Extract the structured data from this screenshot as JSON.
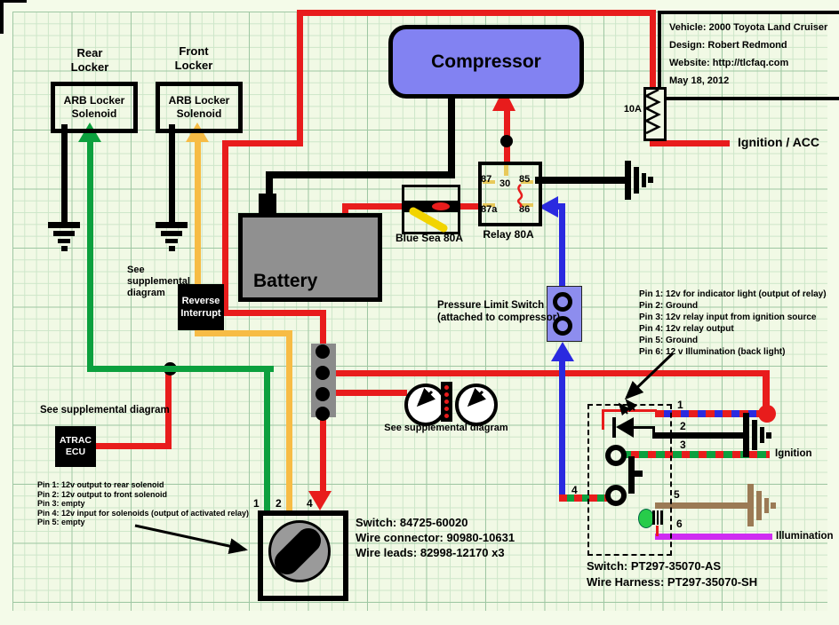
{
  "colors": {
    "wire_red": "#e81c1c",
    "wire_green": "#0ca03e",
    "wire_orange": "#f7bc45",
    "wire_blue": "#2a2ae0",
    "wire_brown": "#9b7a55",
    "wire_purple": "#cf2bf2",
    "compressor_fill": "#8282f2",
    "battery_fill": "#909090",
    "pressure_fill": "#8d8dee",
    "background": "#f1f9e5"
  },
  "info_box": {
    "vehicle": "Vehicle: 2000 Toyota Land Cruiser",
    "design": "Design: Robert Redmond",
    "website": "Website: http://tlcfaq.com",
    "date": "May 18, 2012"
  },
  "components": {
    "compressor": "Compressor",
    "battery": "Battery",
    "rear_locker_line1": "Rear",
    "rear_locker_line2": "Locker",
    "front_locker_line1": "Front",
    "front_locker_line2": "Locker",
    "arb_line1": "ARB Locker",
    "arb_line2": "Solenoid",
    "reverse_interrupt_line1": "Reverse",
    "reverse_interrupt_line2": "Interrupt",
    "atrac_line1": "ATRAC",
    "atrac_line2": "ECU",
    "blue_sea": "Blue Sea 80A",
    "relay": "Relay 80A",
    "fuse_10a": "10A",
    "pressure_line1": "Pressure Limit Switch",
    "pressure_line2": "(attached to compressor)"
  },
  "relay_pins": {
    "p87": "87",
    "p30": "30",
    "p85": "85",
    "p87a": "87a",
    "p86": "86"
  },
  "labels": {
    "ignition_acc": "Ignition / ACC",
    "ignition": "Ignition",
    "illumination": "Illumination",
    "see_supplemental": "See supplemental diagram",
    "see_line1": "See",
    "see_line2": "supplemental",
    "see_line3": "diagram"
  },
  "switch_pin_notes_left": [
    "Pin 1: 12v output to rear solenoid",
    "Pin 2: 12v output to front solenoid",
    "Pin 3: empty",
    "Pin 4: 12v input for solenoids (output of activated relay)",
    "Pin 5: empty"
  ],
  "switch_pin_notes_right": [
    "Pin 1: 12v for indicator light (output of relay)",
    "Pin 2: Ground",
    "Pin 3: 12v relay input from ignition source",
    "Pin 4: 12v relay output",
    "Pin 5: Ground",
    "Pin 6: 12 v Illumination  (back light)"
  ],
  "rotary_switch": {
    "pin1": "1",
    "pin2": "2",
    "pin4": "4",
    "part_lines": [
      "Switch: 84725-60020",
      "Wire connector: 90980-10631",
      "Wire leads: 82998-12170 x3"
    ]
  },
  "connector_pins": {
    "p1": "1",
    "p2": "2",
    "p3": "3",
    "p4": "4",
    "p5": "5",
    "p6": "6"
  },
  "bottom_right": {
    "line1": "Switch: PT297-35070-AS",
    "line2": "Wire Harness: PT297-35070-SH"
  }
}
